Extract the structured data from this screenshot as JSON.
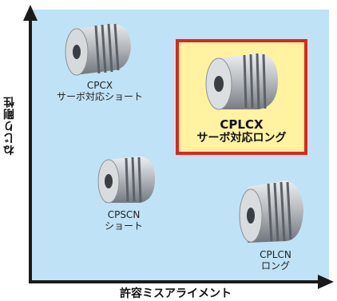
{
  "axes": {
    "y_title": "ねじり剛性",
    "x_title": "許容ミスアライメント"
  },
  "products": {
    "cpcx": {
      "line1": "CPCX",
      "line2": "サーボ対応ショート"
    },
    "cplcx": {
      "line1": "CPLCX",
      "line2": "サーボ対応ロング"
    },
    "cpscn": {
      "line1": "CPSCN",
      "line2": "ショート"
    },
    "cplcn": {
      "line1": "CPLCN",
      "line2": "ロング"
    }
  },
  "colors": {
    "plot_background": "#bfe2f6",
    "highlight_fill": "#fff2a0",
    "highlight_border": "#e3231b",
    "axis": "#1a1a1a"
  }
}
